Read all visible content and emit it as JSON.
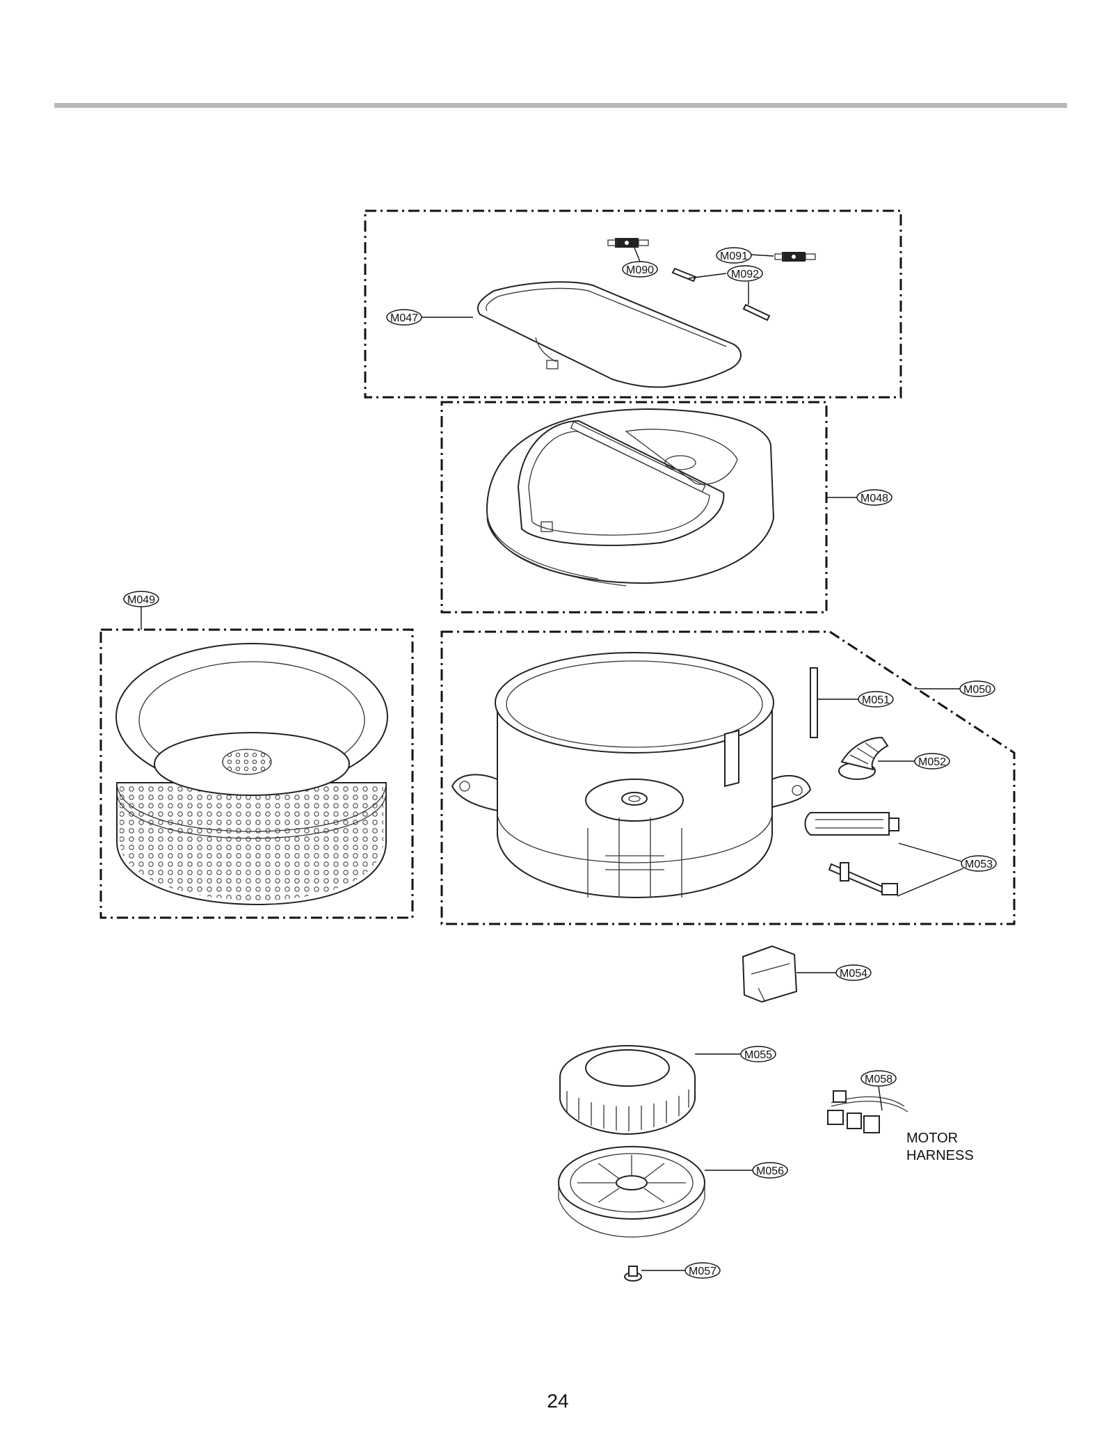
{
  "page_number": "24",
  "note": {
    "line1": "MOTOR",
    "line2": "HARNESS"
  },
  "labels": {
    "M047": "M047",
    "M048": "M048",
    "M049": "M049",
    "M050": "M050",
    "M051": "M051",
    "M052": "M052",
    "M053": "M053",
    "M054": "M054",
    "M055": "M055",
    "M056": "M056",
    "M057": "M057",
    "M058": "M058",
    "M090": "M090",
    "M091": "M091",
    "M092": "M092"
  }
}
